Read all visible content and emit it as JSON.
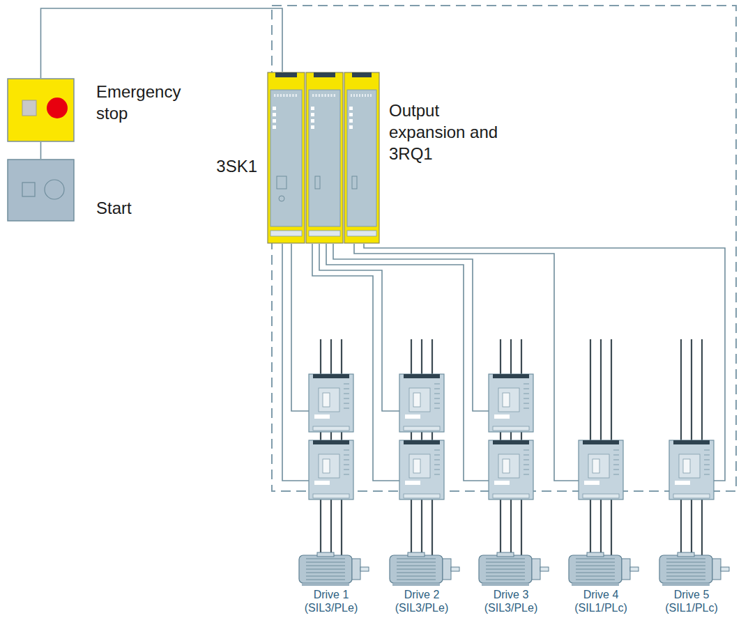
{
  "diagram": {
    "nodes": [
      {
        "text": [
          "Emergency stop"
        ]
      },
      {
        "text": [
          "Start"
        ]
      },
      {
        "text": [
          "3SK1"
        ]
      },
      {
        "text": [
          "Output expansion and 3RQ1"
        ]
      },
      {
        "text": [
          "Drive 1 (SIL3/PLe)"
        ]
      },
      {
        "text": [
          "Drive 2 (SIL3/PLe)"
        ]
      },
      {
        "text": [
          "Drive 3 (SIL3/PLe)"
        ]
      },
      {
        "text": [
          "Drive 4 (SIL1/PLc)"
        ]
      },
      {
        "text": [
          "Drive 5 (SIL1/PLc)"
        ]
      }
    ],
    "edges": [
      {
        "from": 0,
        "to": 1,
        "arrow": "none"
      },
      {
        "from": 0,
        "to": 2,
        "arrow": "none"
      }
    ]
  }
}
